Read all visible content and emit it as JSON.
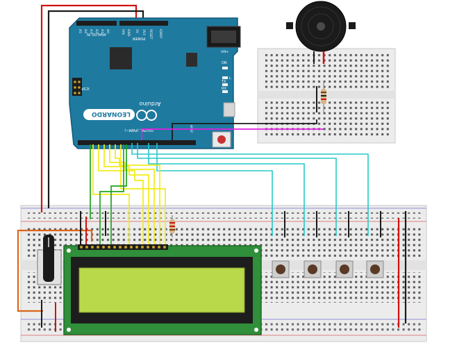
{
  "arduino": {
    "brand": "Arduino",
    "model": "LEONARDO",
    "header_digital": "DIGITAL (PWM~)",
    "header_analog": "ANALOG IN",
    "header_power": "POWER",
    "label_ioref": "IOREF",
    "label_reset": "RESET",
    "label_3v3": "3V3",
    "label_5v": "5V",
    "label_gnd": "GND",
    "label_vin": "VIN",
    "label_aref": "AREF",
    "label_icsp": "ICSP",
    "label_on": "ON",
    "label_tx": "TX",
    "label_rx": "RX",
    "label_l": "L",
    "label_a0": "A0",
    "label_a1": "A1",
    "label_a2": "A2",
    "label_a3": "A3",
    "label_a4": "A4",
    "label_a5": "A5",
    "label_vin_jack": "VIN+"
  },
  "colors": {
    "arduino_board": "#1f7aa0",
    "lcd_pcb": "#2f8f3a",
    "lcd_screen": "#b9d84a",
    "breadboard": "#ececec",
    "wire_red": "#d01010",
    "wire_black": "#1a1a1a",
    "wire_yellow": "#f3ec19",
    "wire_green": "#1fa31f",
    "wire_cyan": "#27c9c9",
    "wire_magenta": "#e31ee3",
    "wire_orange": "#d9661a"
  },
  "components": [
    "arduino-leonardo",
    "lcd-16x2",
    "potentiometer",
    "piezo-buzzer",
    "push-button",
    "resistor",
    "breadboard"
  ]
}
